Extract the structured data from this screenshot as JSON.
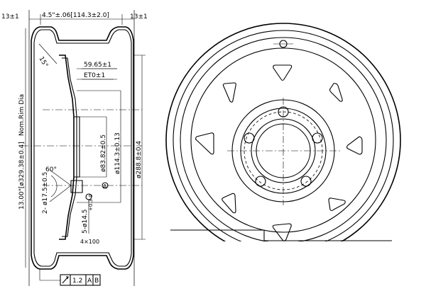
{
  "profile": {
    "flange_left": "13±1",
    "flange_right": "13±1",
    "bolt_circle_dim": "4.5\"±.06[114.3±2.0]",
    "angle_15": "15°",
    "disc_depth": "59.65±1",
    "offset": "ET0±1",
    "nom_rim_dia": "Nom.Rim Dia",
    "rim_dia": "13.00\"[ø329.38±0.4]",
    "center_bore": "ø83.82±0.5",
    "pcd": "ø114.3±0.13",
    "overall_dia": "ø288.8±0.4",
    "valve_angle": "60°",
    "valve_hole": "ø17.5±0.5",
    "valve_qty": "2-",
    "bolt_holes": "5-ø14.5",
    "bolt_tol": "+0.3 0",
    "dim_100": "4×100",
    "gdt_tolerance": "1.2",
    "datum_a": "A",
    "datum_b": "B",
    "datum_letter": "A"
  },
  "front_view": {
    "bolt_hole_count": 5,
    "vent_hole_count": 8
  }
}
